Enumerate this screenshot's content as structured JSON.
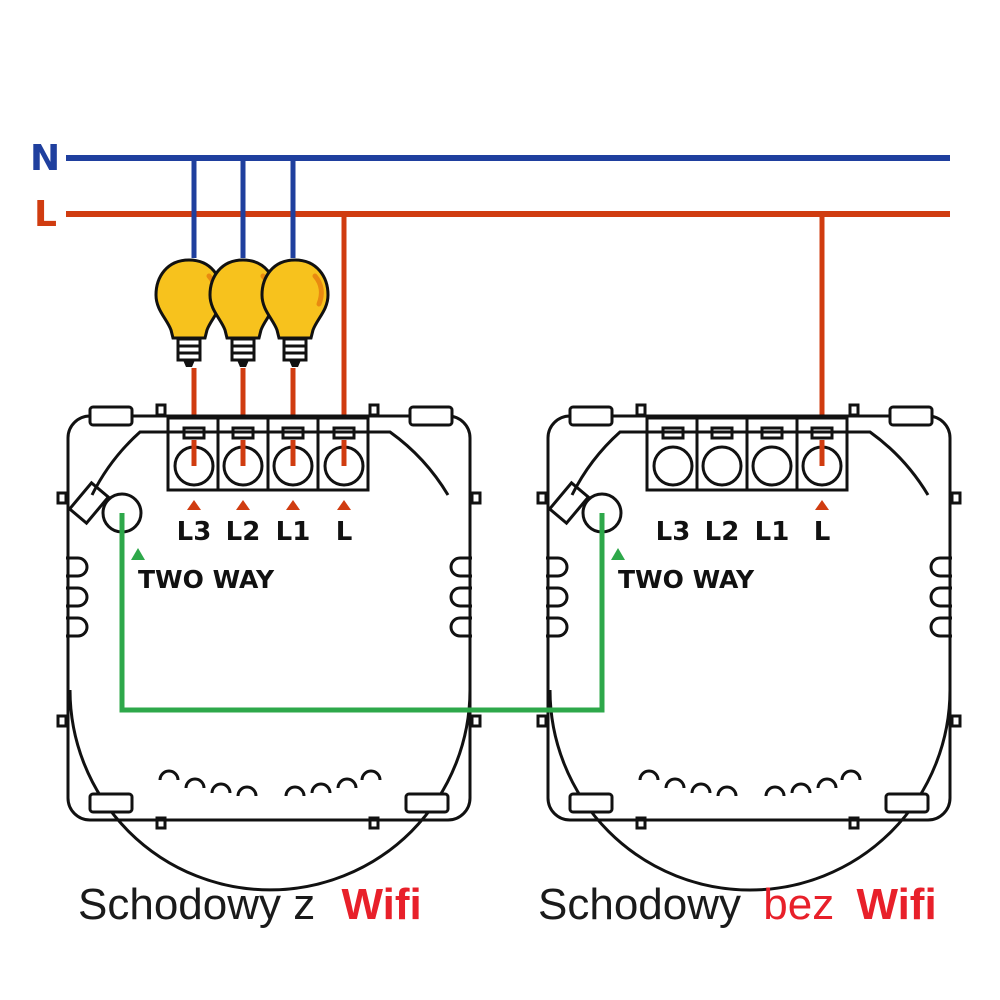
{
  "rails": {
    "neutral": "N",
    "live": "L"
  },
  "switches": [
    {
      "terminals": [
        "L3",
        "L2",
        "L1",
        "L"
      ],
      "two_way_label": "TWO WAY"
    },
    {
      "terminals": [
        "L3",
        "L2",
        "L1",
        "L"
      ],
      "two_way_label": "TWO WAY"
    }
  ],
  "captions": [
    {
      "text": "Schodowy z",
      "emphasis": "Wifi"
    },
    {
      "text": "Schodowy",
      "middle": "bez",
      "emphasis": "Wifi"
    }
  ],
  "colors": {
    "neutral_wire": "#1f3f9e",
    "live_wire": "#d03c10",
    "traveler_wire": "#2ea84a",
    "bulb": "#f7c21d",
    "caption_accent": "#e8202a"
  },
  "icons": [
    "light-bulb-icon",
    "terminal-arrow-icon",
    "screw-terminal-icon"
  ]
}
